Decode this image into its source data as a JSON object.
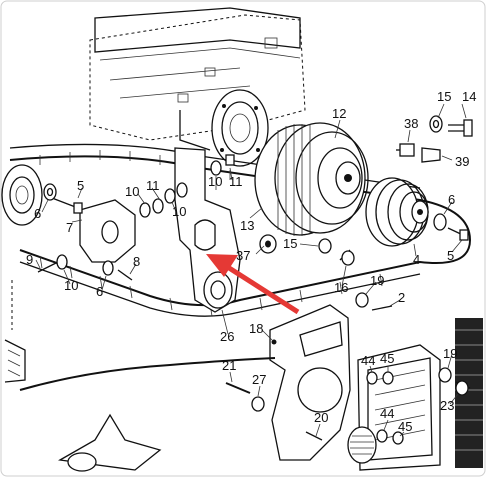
{
  "colors": {
    "arrow": "#e53935",
    "ink": "#111111",
    "background": "#ffffff"
  },
  "callouts": [
    {
      "id": "c1",
      "text": "15"
    },
    {
      "id": "c2",
      "text": "14"
    },
    {
      "id": "c3",
      "text": "12"
    },
    {
      "id": "c4",
      "text": "38"
    },
    {
      "id": "c5",
      "text": "39"
    },
    {
      "id": "c6",
      "text": "11"
    },
    {
      "id": "c7",
      "text": "10"
    },
    {
      "id": "c8",
      "text": "11"
    },
    {
      "id": "c9",
      "text": "10"
    },
    {
      "id": "c10",
      "text": "10"
    },
    {
      "id": "c11",
      "text": "5"
    },
    {
      "id": "c12",
      "text": "6"
    },
    {
      "id": "c13",
      "text": "7"
    },
    {
      "id": "c14",
      "text": "13"
    },
    {
      "id": "c15",
      "text": "37"
    },
    {
      "id": "c16",
      "text": "15"
    },
    {
      "id": "c17",
      "text": "6"
    },
    {
      "id": "c18",
      "text": "4"
    },
    {
      "id": "c19",
      "text": "5"
    },
    {
      "id": "c20",
      "text": "9"
    },
    {
      "id": "c21",
      "text": "10"
    },
    {
      "id": "c22",
      "text": "8"
    },
    {
      "id": "c23",
      "text": "6"
    },
    {
      "id": "c24",
      "text": "16"
    },
    {
      "id": "c25",
      "text": "19"
    },
    {
      "id": "c26",
      "text": "2"
    },
    {
      "id": "c27",
      "text": "26"
    },
    {
      "id": "c28",
      "text": "18"
    },
    {
      "id": "c29",
      "text": "44"
    },
    {
      "id": "c30",
      "text": "45"
    },
    {
      "id": "c31",
      "text": "19"
    },
    {
      "id": "c32",
      "text": "21"
    },
    {
      "id": "c33",
      "text": "27"
    },
    {
      "id": "c34",
      "text": "23"
    },
    {
      "id": "c35",
      "text": "20"
    },
    {
      "id": "c36",
      "text": "44"
    },
    {
      "id": "c37",
      "text": "45"
    }
  ]
}
